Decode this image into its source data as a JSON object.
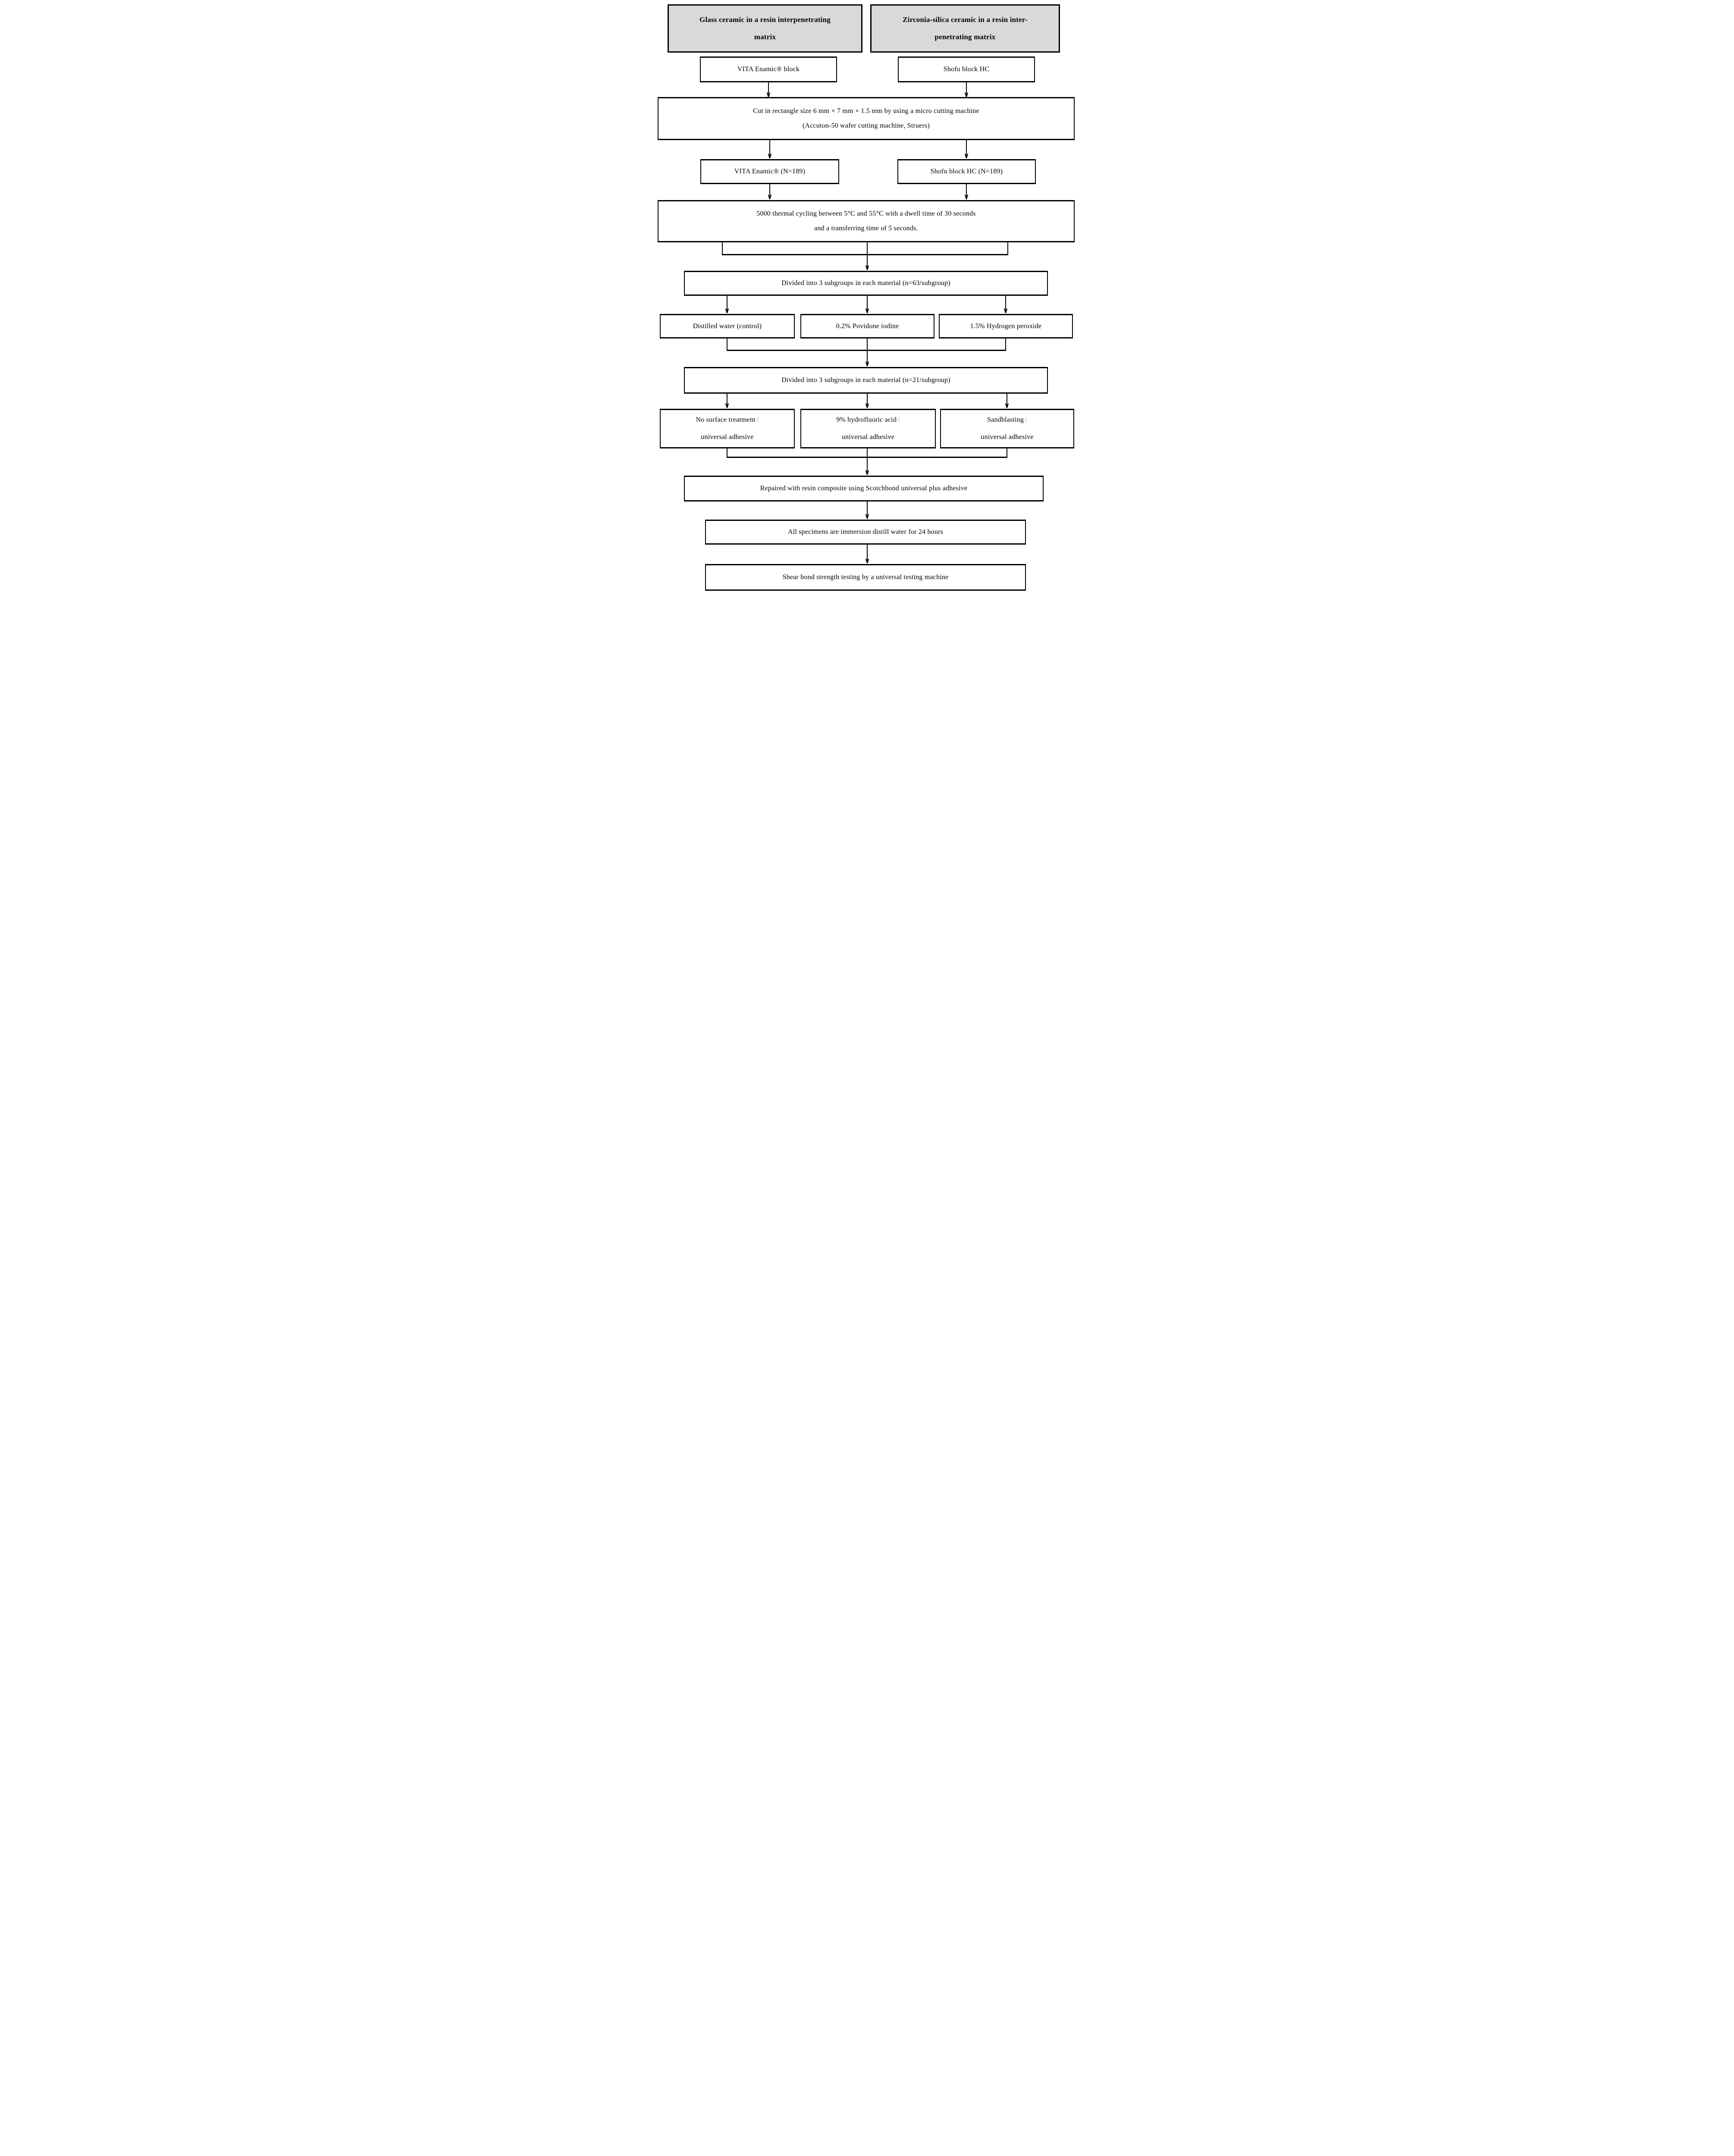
{
  "diagram": {
    "headers": {
      "glass": "Glass ceramic in a resin interpenetrating\nmatrix",
      "zirconia": "Zirconia-silica ceramic in a resin inter-\npenetrating matrix"
    },
    "boxes": {
      "vita_block": "VITA Enamic® block",
      "shofu_block": "Shofu block HC",
      "cut": "Cut in rectangle size 6 mm × 7 mm × 1.5 mm by using a micro cutting machine\n(Accuton-50 wafer cutting machine, Struers)",
      "vita_n": "VITA Enamic® (N=189)",
      "shofu_n": "Shofu block HC (N=189)",
      "thermal": "5000 thermal cycling between 5°C and 55°C with a dwell time of 30 seconds\nand a transferring time of 5 seconds.",
      "divided63": "Divided into 3 subgroups in each material (n=63/subgroup)",
      "water": "Distilled water (control)",
      "povidone": "0.2% Povidone iodine",
      "peroxide": "1.5% Hydrogen peroxide",
      "divided21": "Divided into 3 subgroups in each material (n=21/subgroup)",
      "repaired": "Repaired with resin composite using Scotchbond universal plus adhesive",
      "immersion": "All specimens are immersion distill water for 24 hours",
      "shear": "Shear bond strength testing by a universal testing machine"
    },
    "treatments": [
      {
        "line1": "No surface treatment",
        "slash": "/",
        "line2": "universal adhesive"
      },
      {
        "line1": "9% hydrofluoric acid",
        "slash": "/",
        "line2": "universal adhesive"
      },
      {
        "line1": "Sandblasting",
        "slash": "/",
        "line2": "universal adhesive"
      }
    ],
    "colors": {
      "header_fill": "#d9d9d9",
      "line": "#000000",
      "slash_gray": "#9a9a9a"
    }
  }
}
